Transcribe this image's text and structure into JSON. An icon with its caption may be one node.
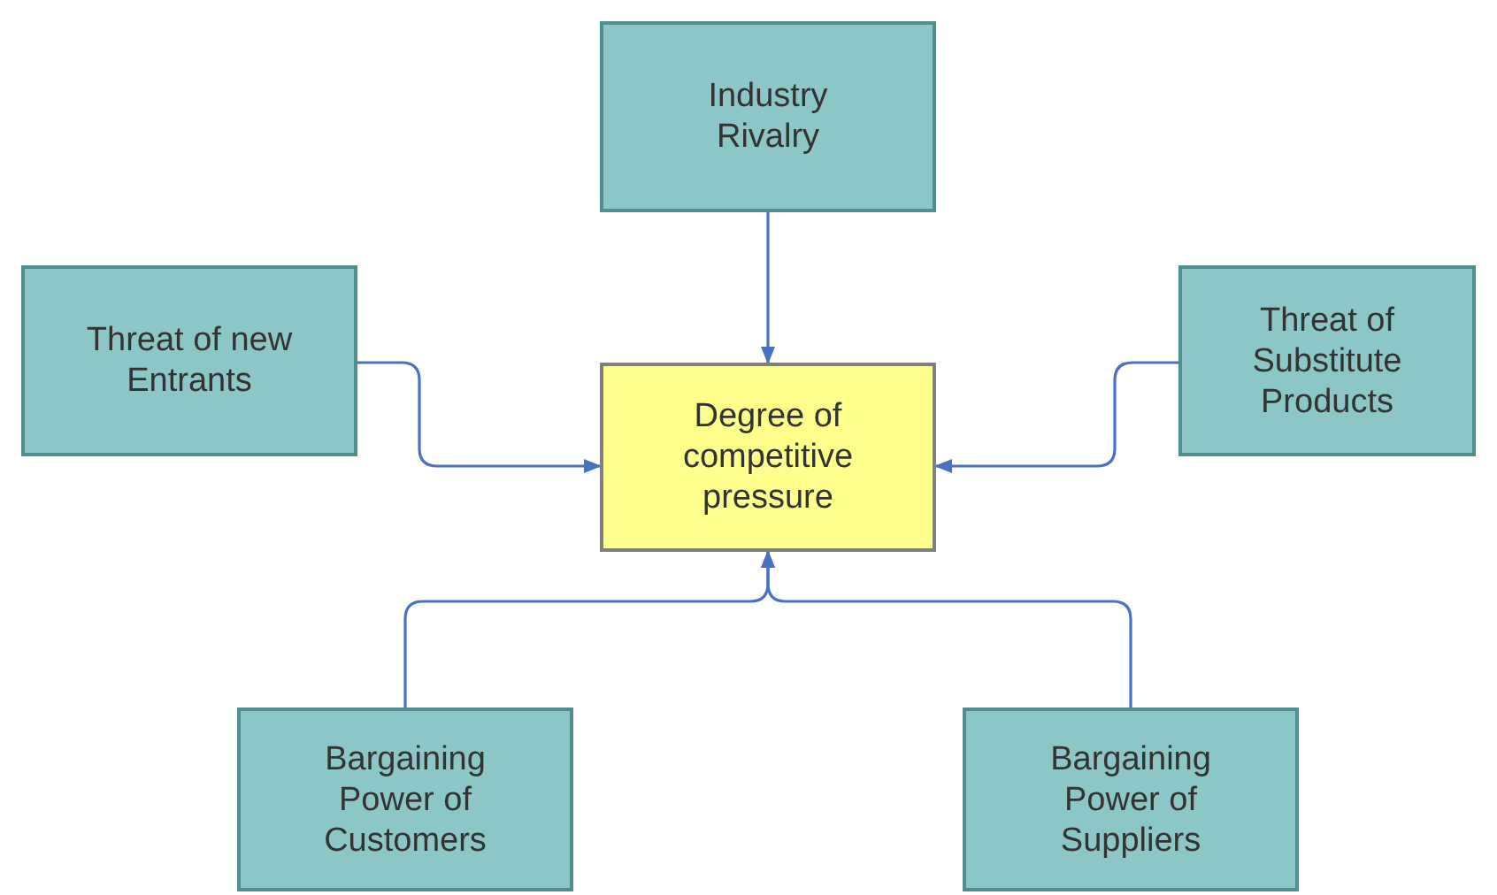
{
  "diagram": {
    "nodes": [
      {
        "text": [
          "Industry Rivalry"
        ]
      },
      {
        "text": [
          "Threat of new Entrants"
        ]
      },
      {
        "text": [
          "Degree of competitive pressure"
        ]
      },
      {
        "text": [
          "Threat of Substitute Products"
        ]
      },
      {
        "text": [
          "Bargaining Power of Customers"
        ]
      },
      {
        "text": [
          "Bargaining Power of Suppliers"
        ]
      }
    ],
    "edges": [
      {
        "from": 0,
        "to": 2,
        "arrow": "to"
      },
      {
        "from": 1,
        "to": 2,
        "arrow": "to"
      },
      {
        "from": 3,
        "to": 2,
        "arrow": "to"
      },
      {
        "from": 4,
        "to": 2,
        "arrow": "to"
      },
      {
        "from": 5,
        "to": 2,
        "arrow": "to"
      }
    ]
  }
}
